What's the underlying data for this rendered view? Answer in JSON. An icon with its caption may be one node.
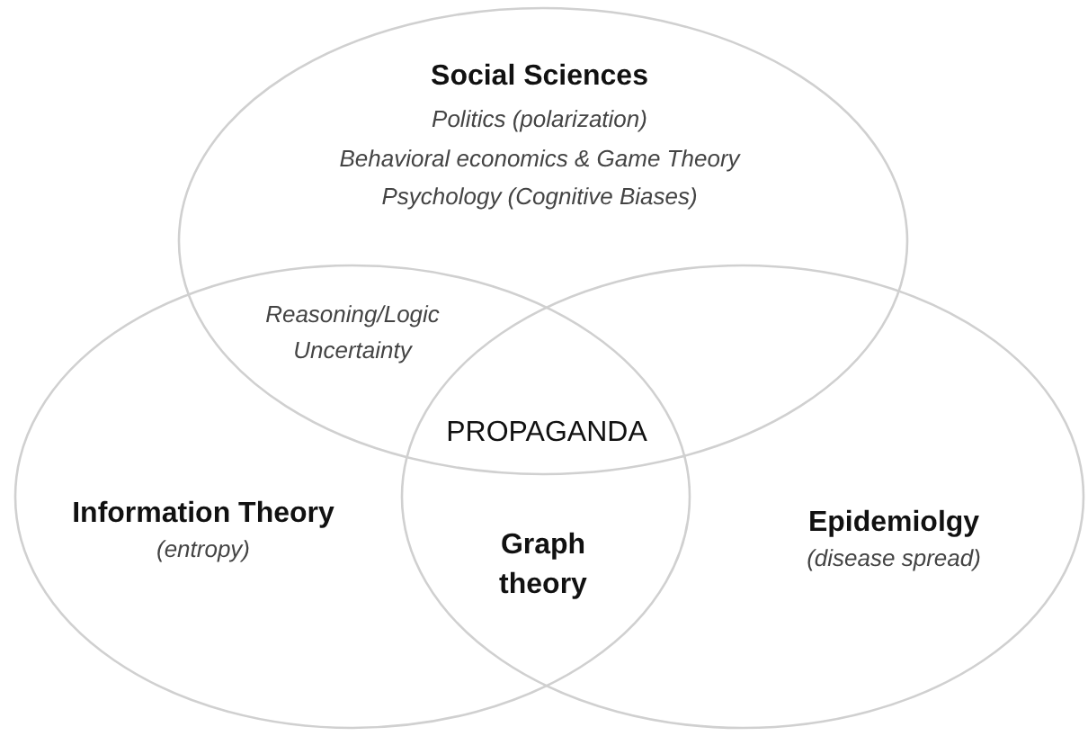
{
  "diagram": {
    "nodes": [
      {
        "text": [
          "Social Sciences",
          "Politics (polarization)",
          "Behavioral economics & Game Theory",
          "Psychology (Cognitive Biases)"
        ]
      },
      {
        "text": [
          "Information Theory",
          "(entropy)"
        ]
      },
      {
        "text": [
          "Epidemiolgy",
          "(disease spread)"
        ]
      }
    ],
    "labels": [
      "Reasoning/Logic",
      "Uncertainty",
      "PROPAGANDA",
      "Graph theory"
    ]
  }
}
